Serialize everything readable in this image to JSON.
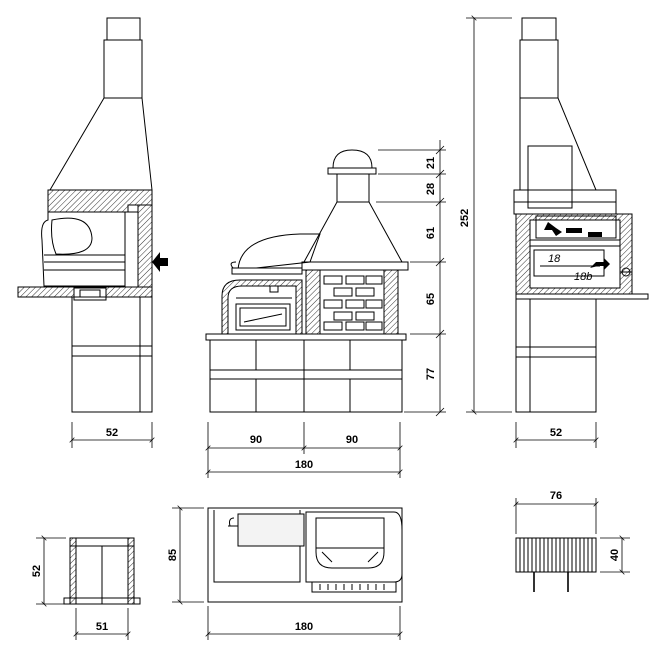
{
  "dimensions": {
    "height_21": "21",
    "height_28": "28",
    "height_61": "61",
    "height_65": "65",
    "height_77": "77",
    "total_height": "252",
    "side_depth_left": "52",
    "front_width_left": "90",
    "front_width_right": "90",
    "front_total_width": "180",
    "side_depth_right": "52",
    "plan_depth": "85",
    "plan_width": "180",
    "chimney_cap_height": "52",
    "chimney_cap_width": "51",
    "grill_width": "76",
    "grill_height": "40"
  },
  "callouts": {
    "part_18": "18",
    "part_18b": "18b"
  },
  "colors": {
    "line": "#000000",
    "background": "#ffffff"
  }
}
